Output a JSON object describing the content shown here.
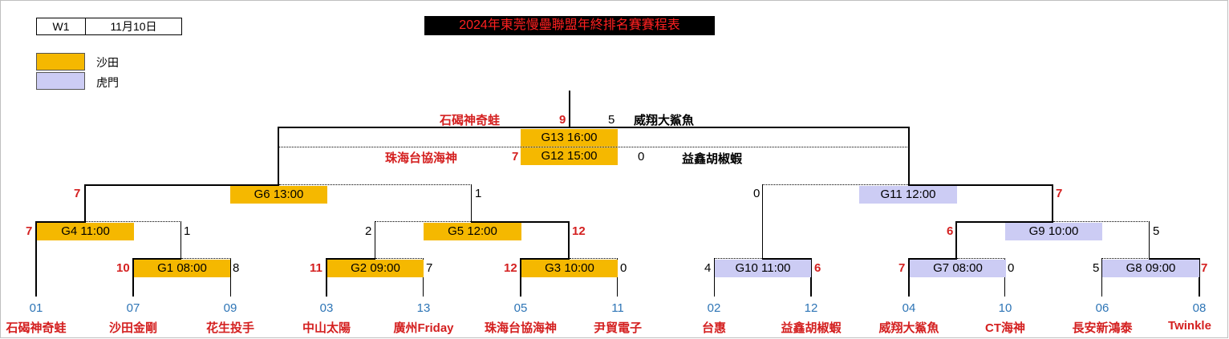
{
  "header": {
    "week": "W1",
    "date": "11月10日",
    "title": "2024年東莞慢壘聯盟年終排名賽賽程表"
  },
  "legend": [
    {
      "label": "沙田",
      "color": "#f5b800"
    },
    {
      "label": "虎門",
      "color": "#ccccf4"
    }
  ],
  "games": {
    "g1": "G1 08:00",
    "g2": "G2 09:00",
    "g3": "G3 10:00",
    "g4": "G4 11:00",
    "g5": "G5 12:00",
    "g6": "G6 13:00",
    "g7": "G7 08:00",
    "g8": "G8 09:00",
    "g9": "G9 10:00",
    "g10": "G10 11:00",
    "g11": "G11 12:00",
    "g12": "G12 15:00",
    "g13": "G13 16:00"
  },
  "scores": {
    "g1_l": "10",
    "g1_r": "8",
    "g2_l": "11",
    "g2_r": "7",
    "g3_l": "12",
    "g3_r": "0",
    "g4_l": "7",
    "g4_r": "1",
    "g5_l": "2",
    "g5_r": "12",
    "g6_l": "7",
    "g6_r": "1",
    "g10_l": "4",
    "g10_r": "6",
    "g7_l": "7",
    "g7_r": "0",
    "g8_l": "5",
    "g8_r": "7",
    "g9_l": "6",
    "g9_r": "5",
    "g11_l": "0",
    "g11_r": "7",
    "g13_l": "9",
    "g13_r": "5",
    "g12_l": "7",
    "g12_r": "0"
  },
  "finals": {
    "g13_left_team": "石碣神奇蛙",
    "g13_right_team": "威翔大鯊魚",
    "g12_left_team": "珠海台協海神",
    "g12_right_team": "益鑫胡椒蝦"
  },
  "teams": [
    {
      "seed": "01",
      "name": "石碣神奇蛙"
    },
    {
      "seed": "07",
      "name": "沙田金剛"
    },
    {
      "seed": "09",
      "name": "花生投手"
    },
    {
      "seed": "03",
      "name": "中山太陽"
    },
    {
      "seed": "13",
      "name": "廣州Friday"
    },
    {
      "seed": "05",
      "name": "珠海台協海神"
    },
    {
      "seed": "11",
      "name": "尹貿電子"
    },
    {
      "seed": "02",
      "name": "台惠"
    },
    {
      "seed": "12",
      "name": "益鑫胡椒蝦"
    },
    {
      "seed": "04",
      "name": "威翔大鯊魚"
    },
    {
      "seed": "10",
      "name": "CT海神"
    },
    {
      "seed": "06",
      "name": "長安新鴻泰"
    },
    {
      "seed": "08",
      "name": "Twinkle"
    }
  ]
}
